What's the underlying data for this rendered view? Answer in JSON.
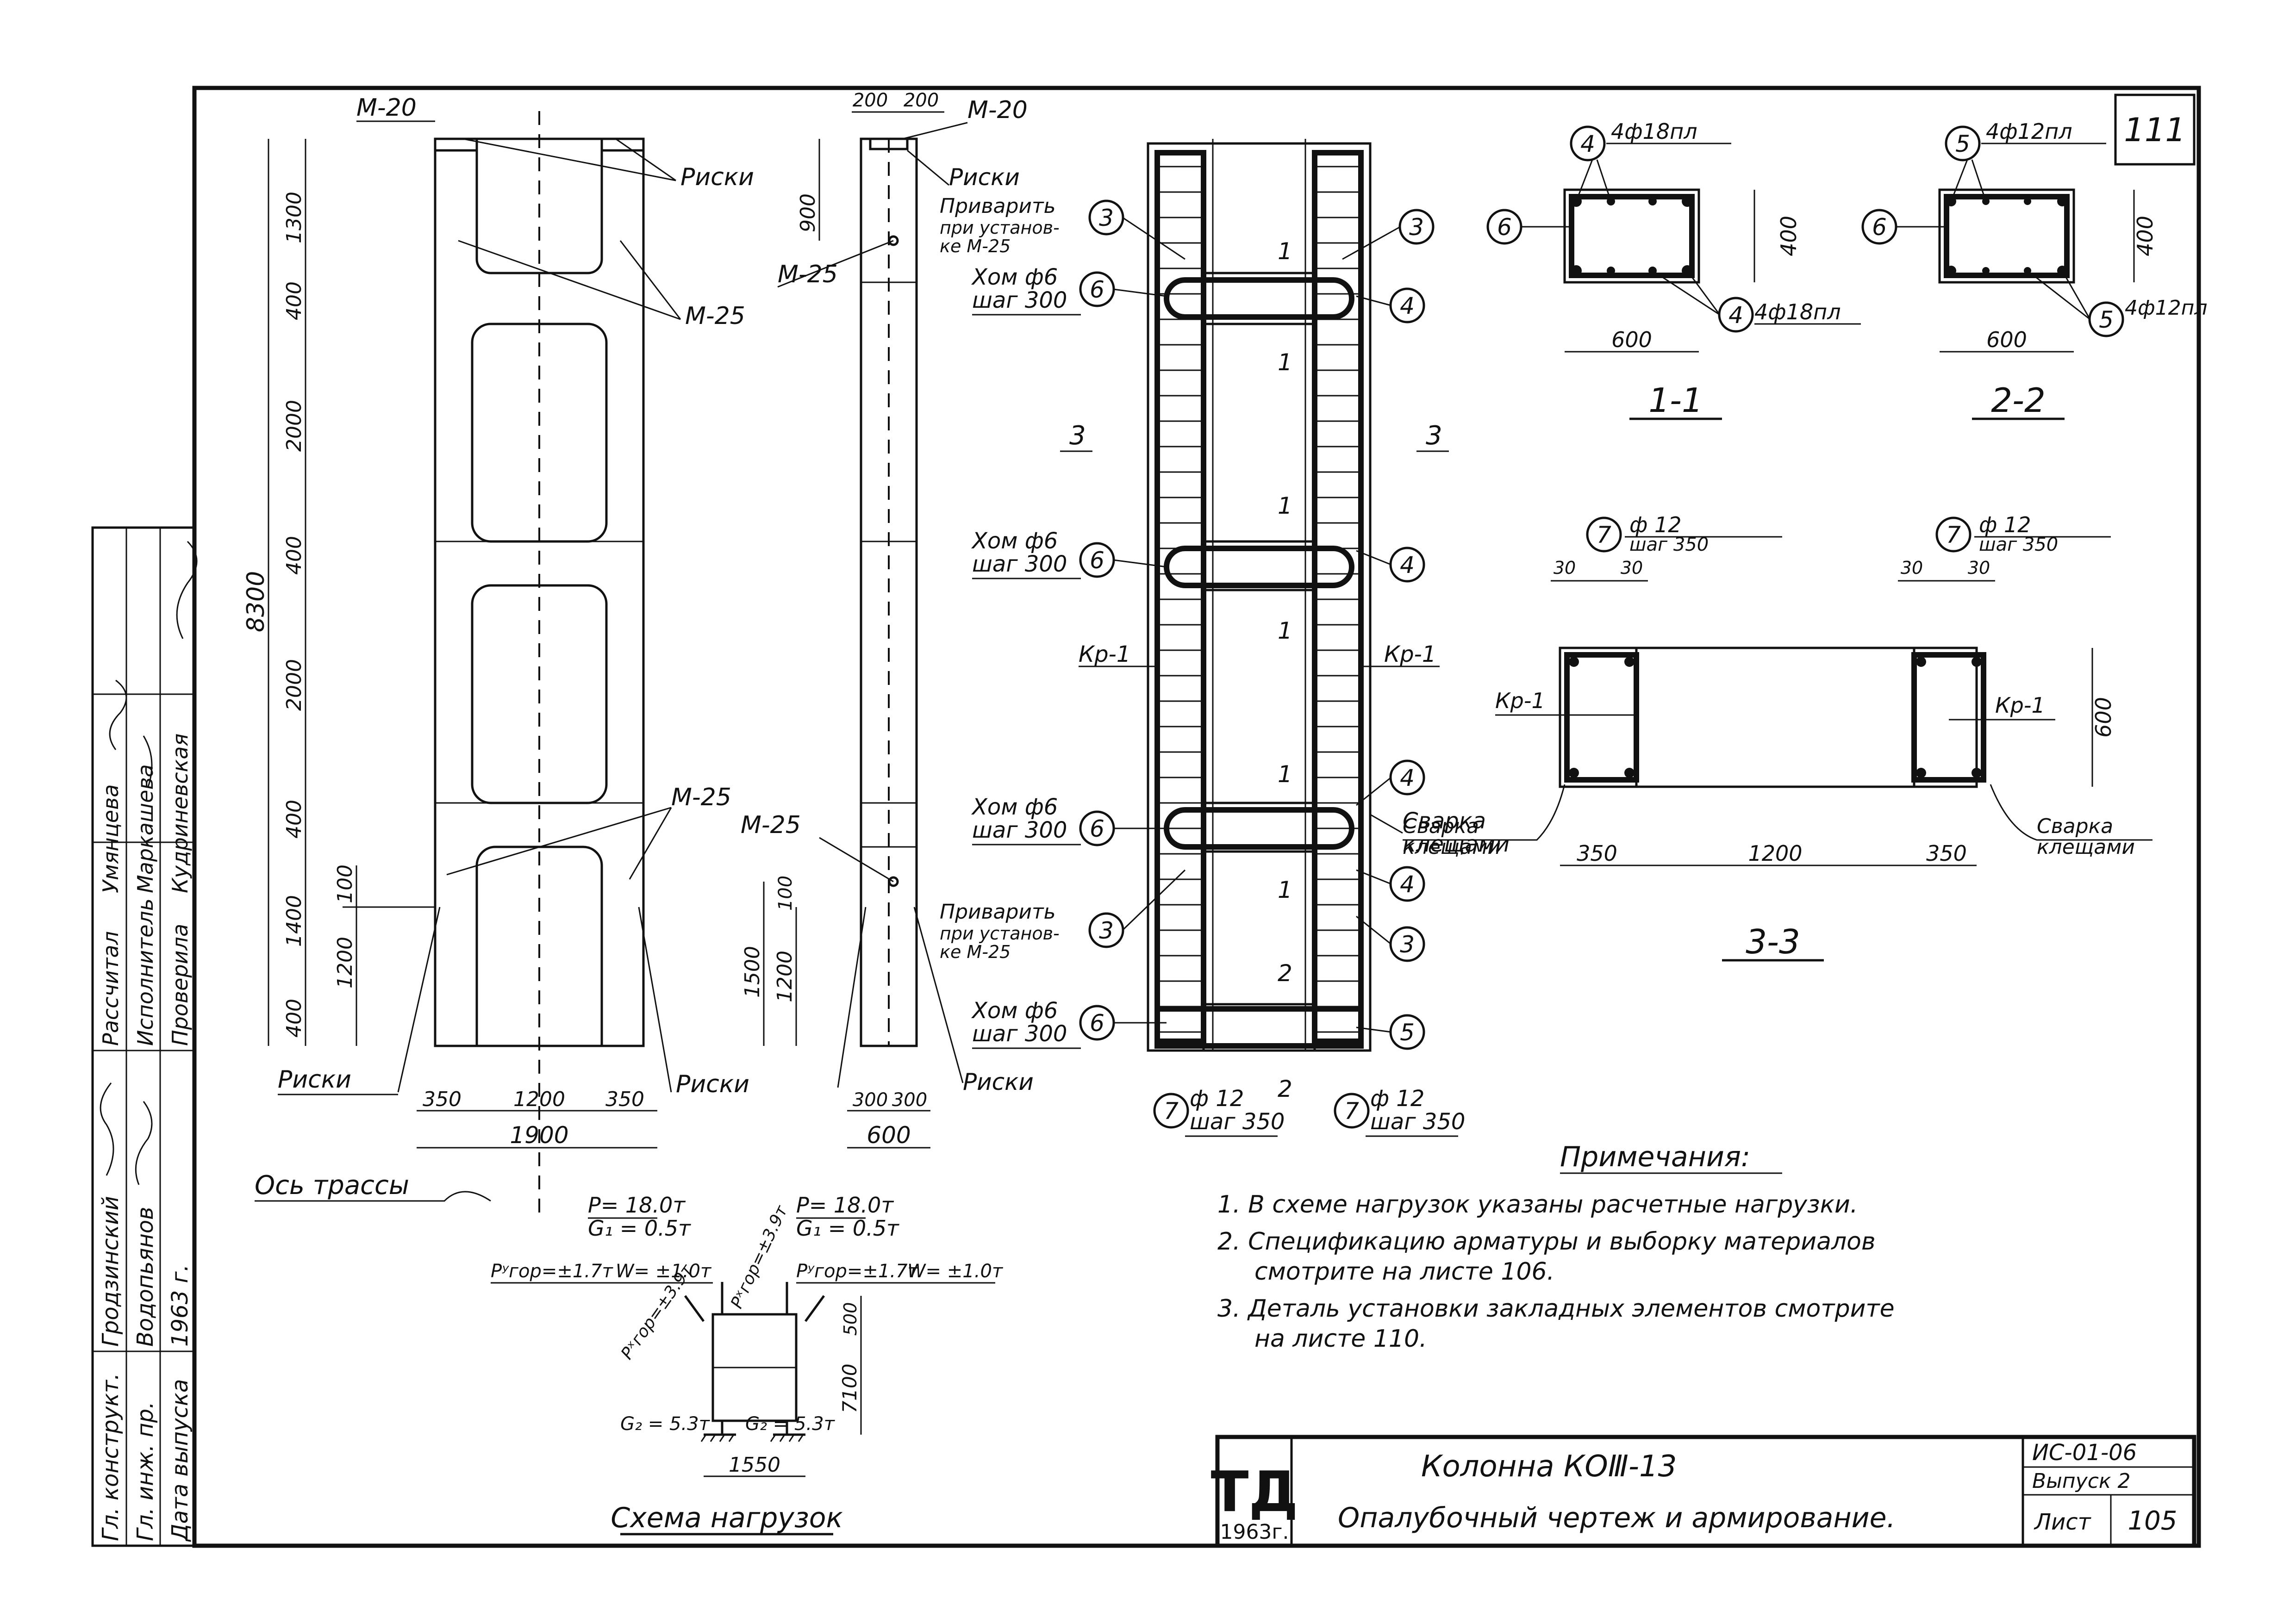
{
  "sheet_number": "111",
  "title_block": {
    "stamp_letters": "ТД",
    "stamp_year": "1963г.",
    "product_title": "Колонна КОⅢ-13",
    "drawing_title": "Опалубочный чертеж и армирование.",
    "series_code": "ИС-01-06",
    "issue_label": "Выпуск 2",
    "sheet_label": "Лист",
    "sheet_value": "105"
  },
  "side_stamp": [
    [
      "Гл. конструкт.",
      "Гродзинский"
    ],
    [
      "Гл. инж. пр.",
      "Водопьянов"
    ],
    [
      "Дата выпуска",
      "1963 г."
    ],
    [
      "Рассчитал",
      "Умянцева"
    ],
    [
      "Исполнитель",
      "Маркашева"
    ],
    [
      "Проверила",
      "Кудриневская"
    ]
  ],
  "front_view": {
    "mark_top": "М-20",
    "risks": "Риски",
    "m25": "М-25",
    "m25_lower": "М-25",
    "risks_bottom_left": "Риски",
    "risks_bottom_right": "Риски",
    "dims_left": [
      "1300",
      "400",
      "2000",
      "400",
      "2000",
      "400",
      "1400",
      "400"
    ],
    "dim_total": "8300",
    "dim_100": "100",
    "dim_1200": "1200",
    "dims_bottom": [
      "350",
      "1200",
      "350"
    ],
    "dim_width": "1900",
    "axis_label": "Ось трассы"
  },
  "side_view": {
    "dims_top": [
      "200",
      "200"
    ],
    "mark_top": "М-20",
    "risks": "Риски",
    "weld_note": [
      "Приварить",
      "при установ-",
      "ке М-25"
    ],
    "dim_900": "900",
    "m25": "М-25",
    "m25_lower": "М-25",
    "weld_note_lower": [
      "Приварить",
      "при установ-",
      "ке М-25"
    ],
    "dim_100": "100",
    "dim_1200": "1200",
    "dim_1500": "1500",
    "risks_bottom": "Риски",
    "dims_bottom": [
      "300",
      "300"
    ],
    "dim_width": "600"
  },
  "reinforcement": {
    "section_3_left": "3",
    "section_3_right": "3",
    "section_1": "1",
    "section_2": "2",
    "clamp_label": "Хом ф6",
    "clamp_step": "шаг 300",
    "kr": "Кр-1",
    "bottom_bars": "ф 12",
    "bottom_step": "шаг 350",
    "weld_pincers": [
      "Сварка",
      "клещами"
    ],
    "positions": [
      "3",
      "4",
      "5",
      "6",
      "7"
    ]
  },
  "section_11": {
    "title": "1-1",
    "top_label": "4ф18пл",
    "bottom_label": "4ф18пл",
    "dim_w": "600",
    "dim_h": "400",
    "pos_top": "4",
    "pos_side": "6",
    "pos_bottom": "4"
  },
  "section_22": {
    "title": "2-2",
    "top_label": "4ф12пл",
    "bottom_label": "4ф12пл",
    "dim_w": "600",
    "dim_h": "400",
    "pos_top": "5",
    "pos_side": "6",
    "pos_bottom": "5"
  },
  "section_33": {
    "title": "3-3",
    "bar_label": "ф 12",
    "step_label": "шаг 350",
    "pos": "7",
    "dim_30": "30",
    "kr": "Кр-1",
    "dims_bottom": [
      "350",
      "1200",
      "350"
    ],
    "dim_h": "600",
    "weld_left": [
      "Сварка",
      "клещами"
    ],
    "weld_right": [
      "Сварка",
      "клещами"
    ]
  },
  "load_scheme": {
    "title": "Схема нагрузок",
    "p_left": "P= 18.0т",
    "g1_left": "G₁ = 0.5т",
    "p_right": "P= 18.0т",
    "g1_right": "G₁ = 0.5т",
    "phor_left": "Pʸгор=±1.7т",
    "w_left": "W= ±1.0т",
    "phor_right": "Pʸгор=±1.7т",
    "w_right": "W= ±1.0т",
    "px_left": "Pˣгор=±3.9т",
    "px_right": "Pˣгор=±3.9т",
    "dim_500": "500",
    "dim_7100": "7100",
    "g2_left": "G₂ = 5.3т",
    "g2_right": "G₂ = 5.3т",
    "dim_1550": "1550"
  },
  "notes": {
    "heading": "Примечания:",
    "items": [
      "1. В схеме нагрузок указаны расчетные нагрузки.",
      "2. Спецификацию арматуры и выборку материалов",
      "смотрите на листе 106.",
      "3. Деталь установки закладных элементов смотрите",
      "на листе 110."
    ]
  }
}
